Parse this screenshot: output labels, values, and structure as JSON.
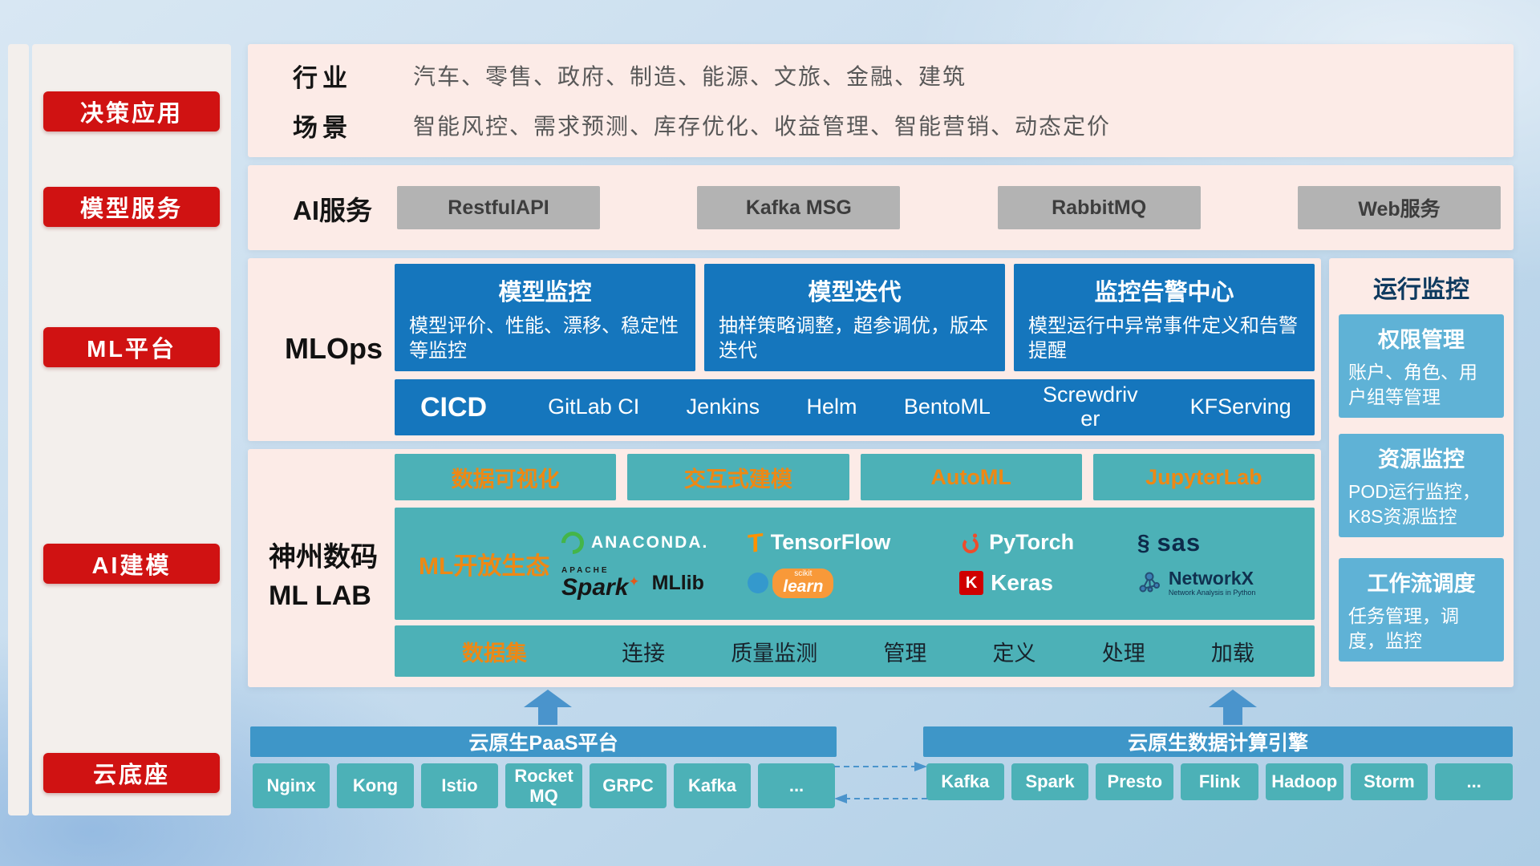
{
  "sidebar": {
    "items": [
      {
        "label": "决策应用"
      },
      {
        "label": "模型服务"
      },
      {
        "label": "ML平台"
      },
      {
        "label": "AI建模"
      },
      {
        "label": "云底座"
      }
    ]
  },
  "industry": {
    "row1_label": "行业",
    "row1_content": "汽车、零售、政府、制造、能源、文旅、金融、建筑",
    "row2_label": "场景",
    "row2_content": "智能风控、需求预测、库存优化、收益管理、智能营销、动态定价"
  },
  "ai_service": {
    "label": "AI服务",
    "services": [
      "RestfulAPI",
      "Kafka MSG",
      "RabbitMQ",
      "Web服务"
    ]
  },
  "mlops": {
    "label": "MLOps",
    "cards": [
      {
        "title": "模型监控",
        "desc": "模型评价、性能、漂移、稳定性等监控"
      },
      {
        "title": "模型迭代",
        "desc": "抽样策略调整，超参调优，版本迭代"
      },
      {
        "title": "监控告警中心",
        "desc": "模型运行中异常事件定义和告警提醒"
      }
    ],
    "cicd_label": "CICD",
    "cicd_tools": [
      "GitLab CI",
      "Jenkins",
      "Helm",
      "BentoML",
      "Screwdriver",
      "KFServing"
    ]
  },
  "monitor": {
    "title": "运行监控",
    "cards": [
      {
        "title": "权限管理",
        "desc": "账户、角色、用户组等管理"
      },
      {
        "title": "资源监控",
        "desc": "POD运行监控，K8S资源监控"
      },
      {
        "title": "工作流调度",
        "desc": "任务管理，调度，监控"
      }
    ]
  },
  "mllab": {
    "label_line1": "神州数码",
    "label_line2": "ML LAB",
    "tools": [
      "数据可视化",
      "交互式建模",
      "AutoML",
      "JupyterLab"
    ],
    "ecosystem_label": "ML开放生态",
    "logos": {
      "anaconda": "ANACONDA.",
      "tensorflow": "TensorFlow",
      "tf_icon_glyph": "T",
      "pytorch": "PyTorch",
      "sas_icon_glyph": "§",
      "sas": "sas",
      "spark_apache": "APACHE",
      "spark": "Spark",
      "spark_star": "✦",
      "mllib": "MLlib",
      "scikit": "scikit",
      "learn": "learn",
      "keras_k": "K",
      "keras": "Keras",
      "networkx": "NetworkX",
      "networkx_sub": "Network Analysis in Python"
    },
    "dataset_label": "数据集",
    "dataset_items": [
      "连接",
      "质量监测",
      "管理",
      "定义",
      "处理",
      "加载"
    ]
  },
  "bottom": {
    "paas_title": "云原生PaaS平台",
    "paas_items": [
      "Nginx",
      "Kong",
      "Istio",
      "RocketMQ",
      "GRPC",
      "Kafka",
      "..."
    ],
    "engine_title": "云原生数据计算引擎",
    "engine_items": [
      "Kafka",
      "Spark",
      "Presto",
      "Flink",
      "Hadoop",
      "Storm",
      "..."
    ]
  },
  "colors": {
    "red_accent": "#d01212",
    "panel_pink": "#fcebe7",
    "card_blue": "#1576bd",
    "teal": "#4cb1b7",
    "monitor_card_blue": "#5fb2d6",
    "bottom_bar_blue": "#3e96c8",
    "orange_text": "#ee8814",
    "gray_button": "#b3b3b3",
    "arrow_blue": "#4a94cc"
  }
}
